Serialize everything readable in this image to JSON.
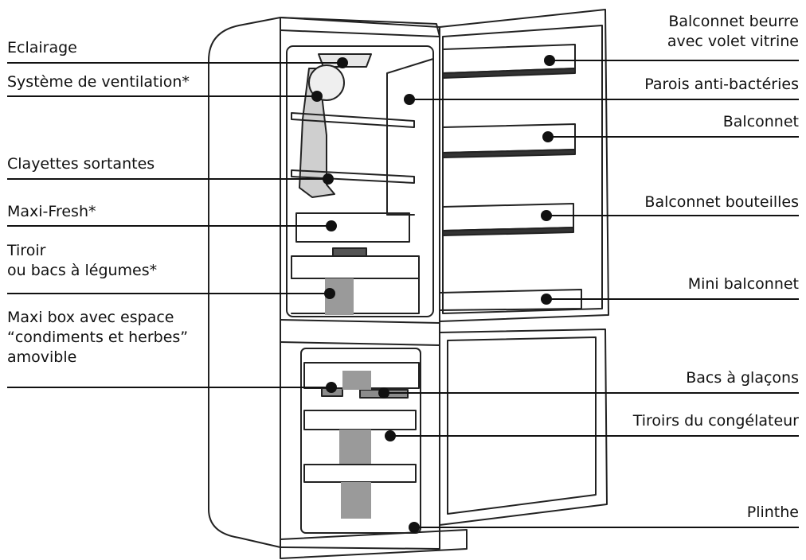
{
  "labels_left": [
    {
      "key": "eclairage",
      "text": "Eclairage"
    },
    {
      "key": "ventilation",
      "text": "Système de ventilation*"
    },
    {
      "key": "clayettes",
      "text": "Clayettes sortantes"
    },
    {
      "key": "maxifresh",
      "text": "Maxi-Fresh*"
    },
    {
      "key": "tiroir",
      "text": "Tiroir\nou bacs à légumes*"
    },
    {
      "key": "maxibox",
      "text": "Maxi box avec espace\n“condiments et herbes”\namovible"
    }
  ],
  "labels_right": [
    {
      "key": "beurre",
      "text": "Balconnet beurre\navec volet vitrine"
    },
    {
      "key": "parois",
      "text": "Parois anti-bactéries"
    },
    {
      "key": "balconnet",
      "text": "Balconnet"
    },
    {
      "key": "bouteilles",
      "text": "Balconnet bouteilles"
    },
    {
      "key": "mini",
      "text": "Mini balconnet"
    },
    {
      "key": "glacons",
      "text": "Bacs à glaçons"
    },
    {
      "key": "congelateur",
      "text": "Tiroirs du congélateur"
    },
    {
      "key": "plinthe",
      "text": "Plinthe"
    }
  ],
  "colors": {
    "ink": "#111111",
    "shade": "#9a9a9a",
    "background": "#ffffff"
  }
}
